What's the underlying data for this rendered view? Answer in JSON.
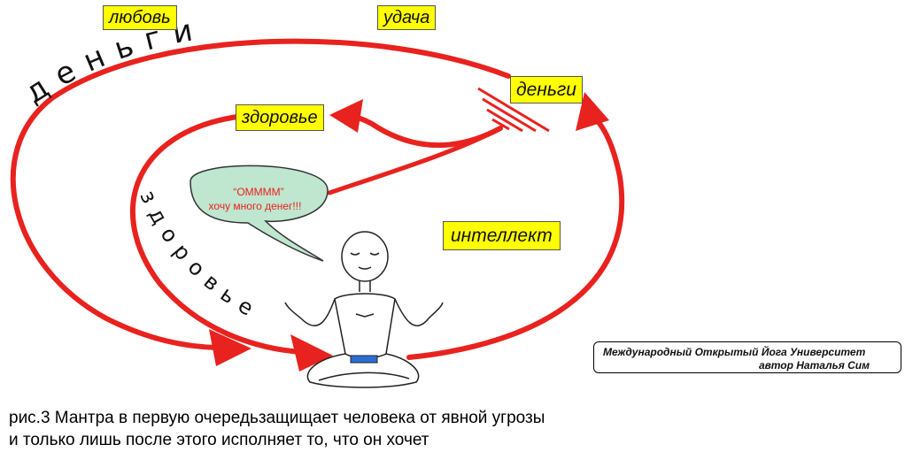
{
  "labels": {
    "love": "любовь",
    "luck": "удача",
    "money": "деньги",
    "health": "здоровье",
    "intellect": "интеллект"
  },
  "arc_text": {
    "money_arc": "деньги",
    "health_arc": "здоровье"
  },
  "speech_bubble": {
    "line1": "“ОММММ”",
    "line2": "хочу много денег!!!"
  },
  "credit": {
    "line1": "Международный Открытый Йога Университет",
    "line2": "автор Наталья Сим"
  },
  "caption": {
    "line1": "рис.3 Мантра в первую очередьзащищает человека от явной угрозы",
    "line2": "и только лишь после этого исполняет то, что он хочет"
  },
  "colors": {
    "arrow": "#e8221e",
    "bubble_fill": "#bfe6cf",
    "label_fill": "#ffff00",
    "bubble_text": "#e8221e"
  }
}
